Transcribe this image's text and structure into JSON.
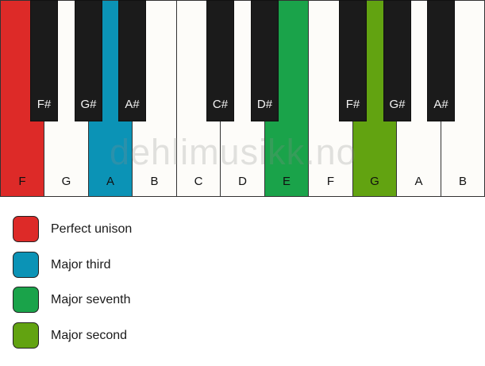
{
  "watermark": "dehlimusikk.no",
  "colors": {
    "perfect_unison": "#dd2a28",
    "major_third": "#0b93b6",
    "major_seventh": "#1aa34a",
    "major_second": "#62a311",
    "white_key": "#fdfcf9",
    "black_key": "#1b1b1b"
  },
  "white_keys": [
    {
      "label": "F",
      "color": "#dd2a28"
    },
    {
      "label": "G",
      "color": ""
    },
    {
      "label": "A",
      "color": "#0b93b6"
    },
    {
      "label": "B",
      "color": ""
    },
    {
      "label": "C",
      "color": ""
    },
    {
      "label": "D",
      "color": ""
    },
    {
      "label": "E",
      "color": "#1aa34a"
    },
    {
      "label": "F",
      "color": ""
    },
    {
      "label": "G",
      "color": "#62a311"
    },
    {
      "label": "A",
      "color": ""
    },
    {
      "label": "B",
      "color": ""
    }
  ],
  "black_keys": [
    {
      "label": "F#"
    },
    {
      "label": "G#"
    },
    {
      "label": "A#"
    },
    {
      "label": "C#"
    },
    {
      "label": "D#"
    },
    {
      "label": "F#"
    },
    {
      "label": "G#"
    },
    {
      "label": "A#"
    }
  ],
  "legend": [
    {
      "label": "Perfect unison",
      "color": "#dd2a28"
    },
    {
      "label": "Major third",
      "color": "#0b93b6"
    },
    {
      "label": "Major seventh",
      "color": "#1aa34a"
    },
    {
      "label": "Major second",
      "color": "#62a311"
    }
  ]
}
